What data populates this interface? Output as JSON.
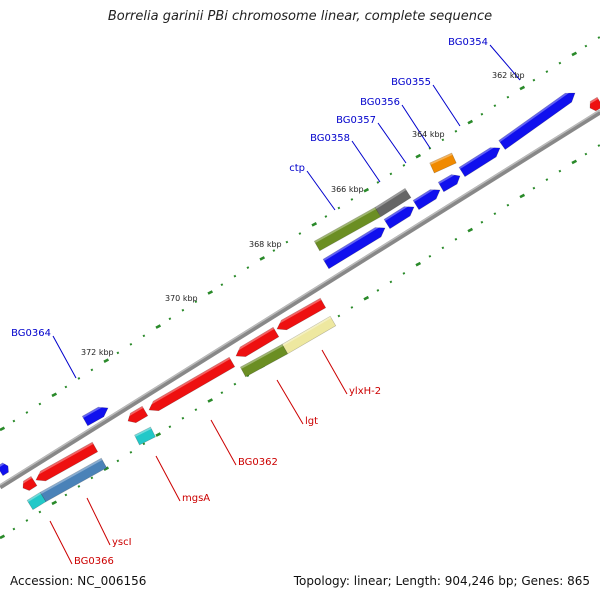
{
  "title": "Borrelia garinii PBi chromosome linear, complete sequence",
  "accession": "Accession: NC_006156",
  "summary": "Topology: linear; Length: 904,246 bp; Genes: 865",
  "colors": {
    "forward": "#1010ee",
    "reverse": "#ee1010",
    "olive": "#6b8e23",
    "grey": "#666666",
    "orange": "#f08a00",
    "cyan": "#22c8c8",
    "steel": "#4a82b8",
    "khaki": "#eee8a0",
    "backbone": "#888888",
    "tick": "#2a8a2a",
    "label_forward": "#0000cc",
    "label_reverse": "#cc0000"
  },
  "scale_labels": [
    "362 kbp",
    "364 kbp",
    "366 kbp",
    "368 kbp",
    "370 kbp",
    "372 kbp"
  ],
  "gene_labels_top": [
    "BG0354",
    "BG0355",
    "BG0356",
    "BG0357",
    "BG0358",
    "ctp",
    "BG0364"
  ],
  "gene_labels_bottom": [
    "ylxH-2",
    "lgt",
    "BG0362",
    "mgsA",
    "yscI",
    "BG0366"
  ]
}
